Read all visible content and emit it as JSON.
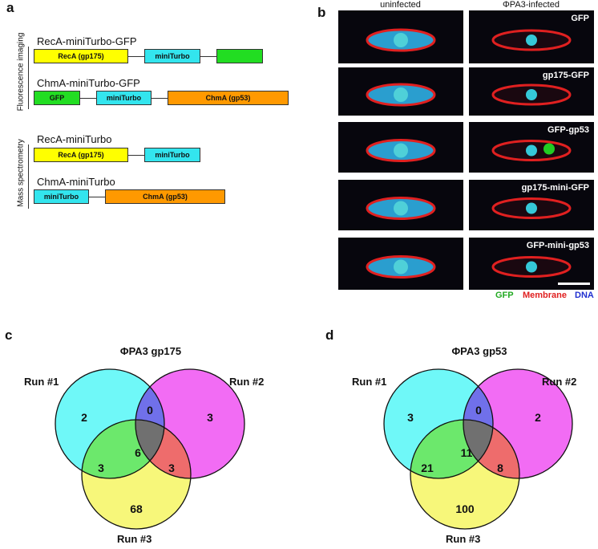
{
  "panels": {
    "a": "a",
    "b": "b",
    "c": "c",
    "d": "d"
  },
  "panel_a": {
    "fluor_label": "Fluorescence imaging",
    "mass_label": "Mass spectrometry",
    "constructs": [
      {
        "name": "RecA-miniTurbo-GFP",
        "boxes": [
          "RecA (gp175)",
          "miniTurbo",
          ""
        ]
      },
      {
        "name": "ChmA-miniTurbo-GFP",
        "boxes": [
          "GFP",
          "miniTurbo",
          "ChmA (gp53)"
        ]
      },
      {
        "name": "RecA-miniTurbo",
        "boxes": [
          "RecA (gp175)",
          "miniTurbo"
        ]
      },
      {
        "name": "ChmA-miniTurbo",
        "boxes": [
          "miniTurbo",
          "ChmA (gp53)"
        ]
      }
    ]
  },
  "panel_b": {
    "col_uninfected": "uninfected",
    "col_infected": "ΦPA3-infected",
    "rows": [
      "GFP",
      "gp175-GFP",
      "GFP-gp53",
      "gp175-mini-GFP",
      "GFP-mini-gp53"
    ],
    "legend": {
      "gfp": "GFP",
      "membrane": "Membrane",
      "dna": "DNA"
    },
    "colors": {
      "gfp": "#22cc22",
      "membrane": "#e02020",
      "dna": "#2030e0"
    }
  },
  "venn_c": {
    "title": "ΦPA3 gp175",
    "runs": [
      "Run #1",
      "Run #2",
      "Run #3"
    ],
    "values": {
      "only1": "2",
      "only2": "3",
      "only3": "68",
      "r12": "0",
      "r13": "3",
      "r23": "3",
      "all": "6"
    }
  },
  "venn_d": {
    "title": "ΦPA3 gp53",
    "runs": [
      "Run #1",
      "Run #2",
      "Run #3"
    ],
    "values": {
      "only1": "3",
      "only2": "2",
      "only3": "100",
      "r12": "0",
      "r13": "21",
      "r23": "8",
      "all": "11"
    }
  },
  "venn_colors": {
    "run1": "#6ff8f8",
    "run2": "#f26cf4",
    "run3": "#f7f77a",
    "r12": "#7070ea",
    "r13": "#6ce86c",
    "r23": "#ee6c6c",
    "all": "#707070"
  }
}
